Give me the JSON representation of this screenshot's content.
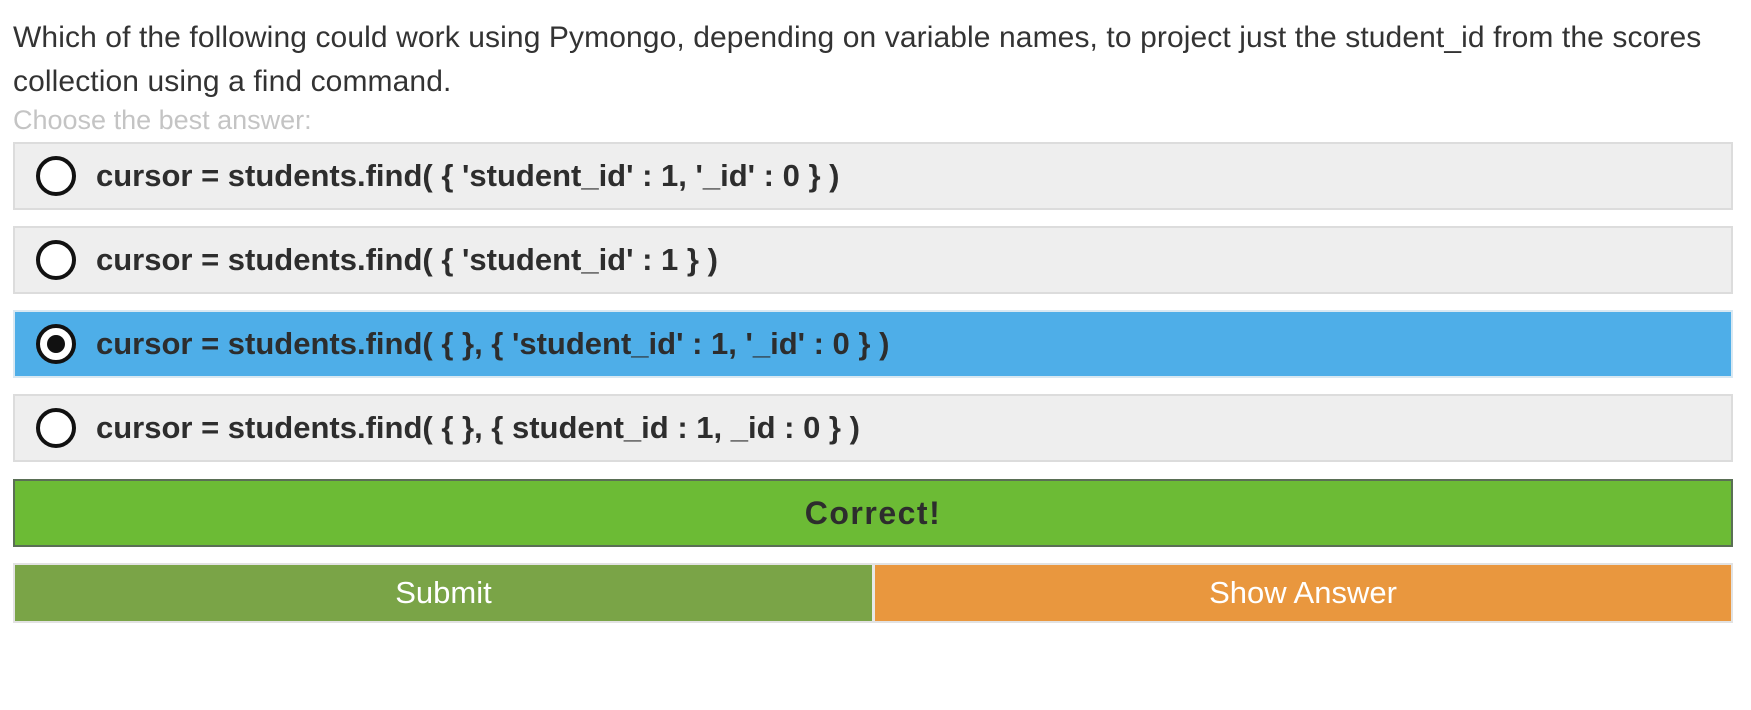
{
  "question": {
    "text": "Which of the following could work using Pymongo, depending on variable names, to project just the student_id from the scores collection using a find command.",
    "hint": "Choose the best answer:"
  },
  "options": [
    {
      "label": "cursor = students.find( { 'student_id' : 1, '_id' : 0 } )",
      "selected": false
    },
    {
      "label": "cursor = students.find( { 'student_id' : 1 } )",
      "selected": false
    },
    {
      "label": "cursor = students.find( { }, { 'student_id' : 1, '_id' : 0 } )",
      "selected": true
    },
    {
      "label": "cursor = students.find( { }, { student_id : 1, _id : 0 } )",
      "selected": false
    }
  ],
  "feedback": {
    "text": "Correct!",
    "color": "#6cbb35"
  },
  "actions": {
    "submit_label": "Submit",
    "show_answer_label": "Show Answer",
    "submit_color": "#7aa447",
    "show_answer_color": "#e9973e"
  },
  "colors": {
    "selected_option": "#4eaee8",
    "option_background": "#eeeeee"
  }
}
